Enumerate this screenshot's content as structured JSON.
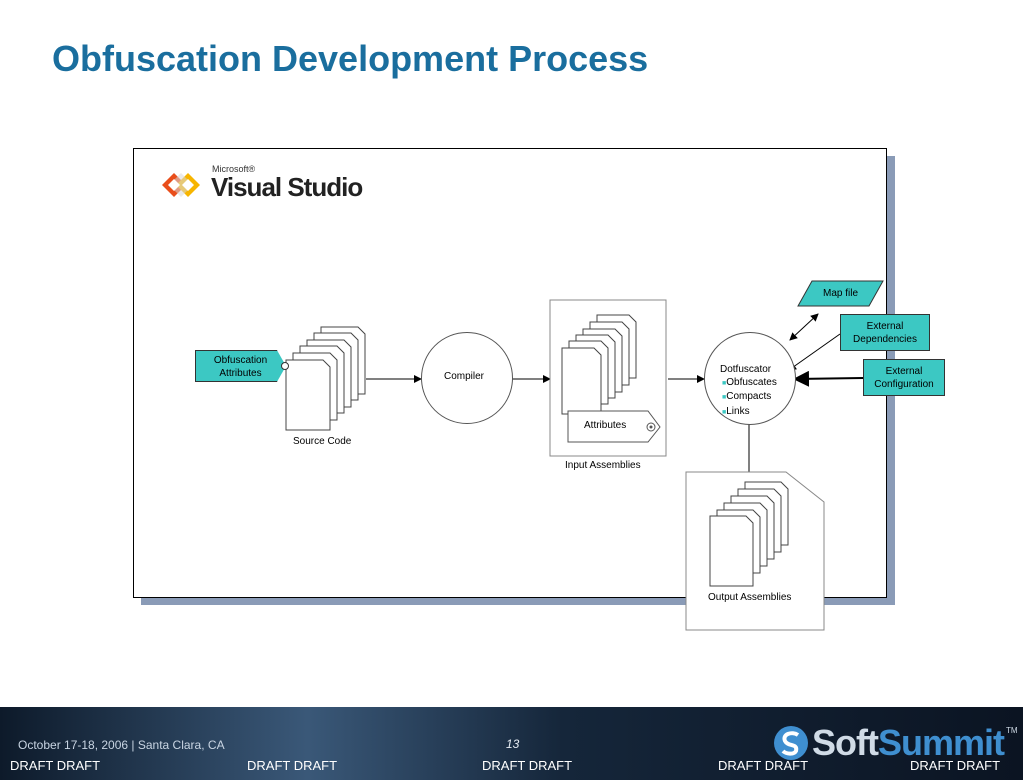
{
  "title": "Obfuscation Development Process",
  "logo": {
    "small": "Microsoft®",
    "big": "Visual Studio"
  },
  "diagram": {
    "obfuscation_attributes": "Obfuscation\nAttributes",
    "source_code": "Source Code",
    "compiler": "Compiler",
    "attributes": "Attributes",
    "input_assemblies": "Input Assemblies",
    "dotfuscator": "Dotfuscator",
    "dotfuscator_items": [
      "Obfuscates",
      "Compacts",
      "Links"
    ],
    "map_file": "Map file",
    "external_dependencies": "External\nDependencies",
    "external_configuration": "External\nConfiguration",
    "output_assemblies": "Output Assemblies"
  },
  "footer": {
    "date": "October 17-18, 2006 | Santa Clara, CA",
    "page": "13",
    "draft_labels": [
      "DRAFT DRAFT",
      "DRAFT DRAFT",
      "DRAFT DRAFT",
      "DRAFT DRAFT",
      "DRAFT DRAFT"
    ],
    "brand_part1": "Soft",
    "brand_part2": "Summit",
    "brand_tm": "TM"
  },
  "colors": {
    "title": "#1a6e9e",
    "teal": "#3cc8c3",
    "frame_shadow": "#8a9bb7"
  }
}
